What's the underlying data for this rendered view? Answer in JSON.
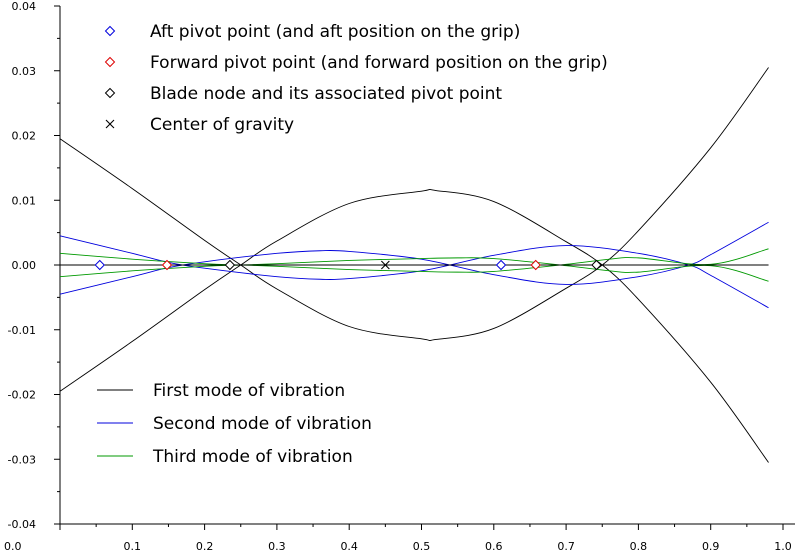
{
  "chart_data": {
    "type": "line",
    "xlim": [
      0.0,
      1.0
    ],
    "ylim": [
      -0.04,
      0.04
    ],
    "x_ticks": [
      "0.0",
      "0.1",
      "0.2",
      "0.3",
      "0.4",
      "0.5",
      "0.6",
      "0.7",
      "0.8",
      "0.9",
      "1.0"
    ],
    "y_ticks": [
      "0.04",
      "0.03",
      "0.02",
      "0.01",
      "0.00",
      "-0.01",
      "-0.02",
      "-0.03",
      "-0.04"
    ],
    "grid": false,
    "series": [
      {
        "name": "First mode of vibration",
        "color": "#000000",
        "x": [
          0.0,
          0.1,
          0.2,
          0.25,
          0.3,
          0.4,
          0.5,
          0.52,
          0.6,
          0.7,
          0.75,
          0.8,
          0.9,
          0.98
        ],
        "y": [
          0.0195,
          0.0118,
          0.0038,
          0.0,
          -0.0037,
          -0.0095,
          -0.0114,
          -0.0115,
          -0.0098,
          -0.0036,
          0.0,
          0.0053,
          0.0181,
          0.0305
        ],
        "mirrored": true
      },
      {
        "name": "Second mode of vibration",
        "color": "#0000dd",
        "x": [
          0.0,
          0.1,
          0.15,
          0.2,
          0.3,
          0.36,
          0.4,
          0.5,
          0.6,
          0.7,
          0.8,
          0.87,
          0.9,
          0.98
        ],
        "y": [
          -0.0045,
          -0.0018,
          -0.0004,
          0.0005,
          0.0018,
          0.0022,
          0.0021,
          0.0009,
          -0.0015,
          -0.003,
          -0.0018,
          0.0,
          0.0016,
          0.0066
        ],
        "mirrored": true
      },
      {
        "name": "Third mode of vibration",
        "color": "#009900",
        "x": [
          0.0,
          0.1,
          0.2,
          0.25,
          0.3,
          0.4,
          0.5,
          0.55,
          0.6,
          0.7,
          0.76,
          0.8,
          0.9,
          0.98
        ],
        "y": [
          0.0018,
          0.0009,
          0.0002,
          0.0,
          -0.0002,
          -0.0007,
          -0.001,
          -0.0011,
          -0.001,
          0.0001,
          0.0009,
          0.0011,
          0.0001,
          0.0025
        ],
        "mirrored": true
      },
      {
        "name": "baseline",
        "color": "#000000",
        "x": [
          0.0,
          0.98
        ],
        "y": [
          0.0,
          0.0
        ],
        "mirrored": false
      }
    ],
    "markers": [
      {
        "label": "Aft pivot point (and aft position on the grip)",
        "symbol": "diamond",
        "color": "#0000dd",
        "points": [
          [
            0.055,
            0.0
          ],
          [
            0.61,
            0.0
          ]
        ]
      },
      {
        "label": "Forward pivot point (and forward position on the grip)",
        "symbol": "diamond",
        "color": "#dd0000",
        "points": [
          [
            0.148,
            0.0
          ],
          [
            0.658,
            0.0
          ]
        ]
      },
      {
        "label": "Blade node and its associated pivot point",
        "symbol": "diamond",
        "color": "#000000",
        "points": [
          [
            0.235,
            0.0
          ],
          [
            0.742,
            0.0
          ]
        ]
      },
      {
        "label": "Center of gravity",
        "symbol": "x",
        "color": "#000000",
        "points": [
          [
            0.45,
            0.0
          ]
        ]
      }
    ],
    "legend_markers_placement": "top-left",
    "legend_lines_placement": "bottom-left"
  }
}
